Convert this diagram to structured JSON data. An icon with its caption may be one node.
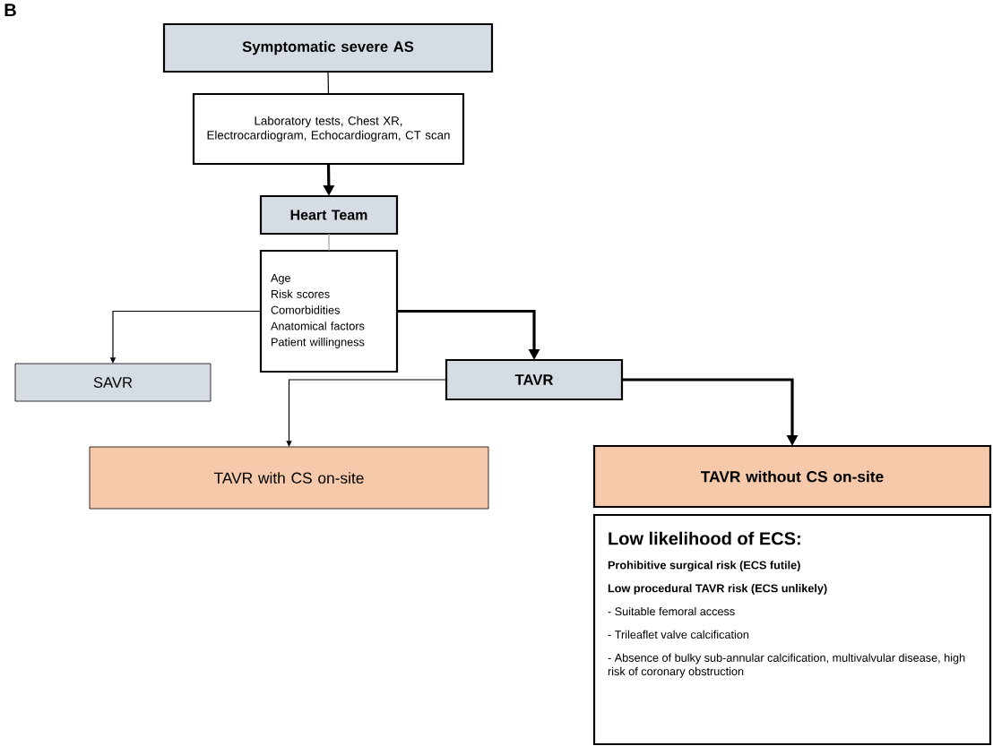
{
  "diagram": {
    "nodes": [
      {
        "text": [
          "Symptomatic severe AS"
        ]
      },
      {
        "text": [
          "Laboratory tests, Chest XR, Electrocardiogram, Echocardiogram, CT scan"
        ]
      },
      {
        "text": [
          "Heart Team"
        ]
      },
      {
        "text": [
          "Age",
          "Risk scores",
          "Comorbidities",
          "Anatomical factors",
          "Patient willingness"
        ]
      },
      {
        "text": [
          "SAVR"
        ]
      },
      {
        "text": [
          "TAVR"
        ]
      },
      {
        "text": [
          "TAVR with CS on-site"
        ]
      },
      {
        "text": [
          "TAVR without CS on-site"
        ]
      },
      {
        "text": [
          "Low likelihood of ECS:",
          "Prohibitive surgical risk (ECS futile)",
          "Low procedural TAVR risk (ECS unlikely)",
          "- Suitable femoral access",
          "- Trileaflet valve calcification",
          "- Absence of bulky sub-annular calcification, multivalvular disease, high risk of coronary obstruction"
        ]
      }
    ],
    "edges": [
      {
        "from": 0,
        "to": 1,
        "arrow": "none"
      },
      {
        "from": 1,
        "to": 2,
        "arrow": "to",
        "style": "thick"
      },
      {
        "from": 2,
        "to": 3,
        "arrow": "none",
        "color": "#a0a0a0"
      },
      {
        "from": 3,
        "to": 4,
        "arrow": "to"
      },
      {
        "from": 3,
        "to": 5,
        "arrow": "to",
        "style": "thick"
      },
      {
        "from": 5,
        "to": 6,
        "arrow": "to"
      },
      {
        "from": 5,
        "to": 7,
        "arrow": "to",
        "style": "thick"
      }
    ],
    "labels": [
      "B"
    ]
  }
}
